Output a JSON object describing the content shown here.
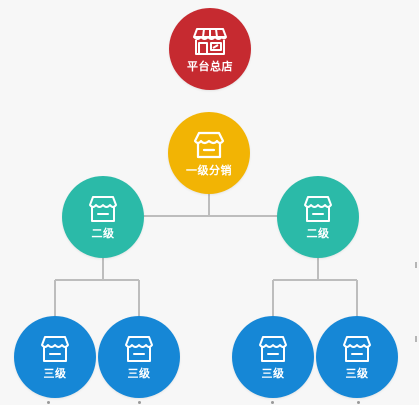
{
  "colors": {
    "root": "#c62a30",
    "level1": "#f2b404",
    "level2": "#2bbaa8",
    "level3": "#1687d6",
    "connector": "#bdbdbd",
    "background": "#f7f7f7"
  },
  "nodes": {
    "root": {
      "label": "平台总店",
      "icon": "storefront-icon"
    },
    "level1": {
      "label": "一级分销",
      "icon": "store-icon"
    },
    "level2": [
      {
        "label": "二级",
        "icon": "store-icon"
      },
      {
        "label": "二级",
        "icon": "store-icon"
      }
    ],
    "level3": [
      {
        "label": "三级",
        "icon": "store-icon"
      },
      {
        "label": "三级",
        "icon": "store-icon"
      },
      {
        "label": "三级",
        "icon": "store-icon"
      },
      {
        "label": "三级",
        "icon": "store-icon"
      }
    ]
  }
}
